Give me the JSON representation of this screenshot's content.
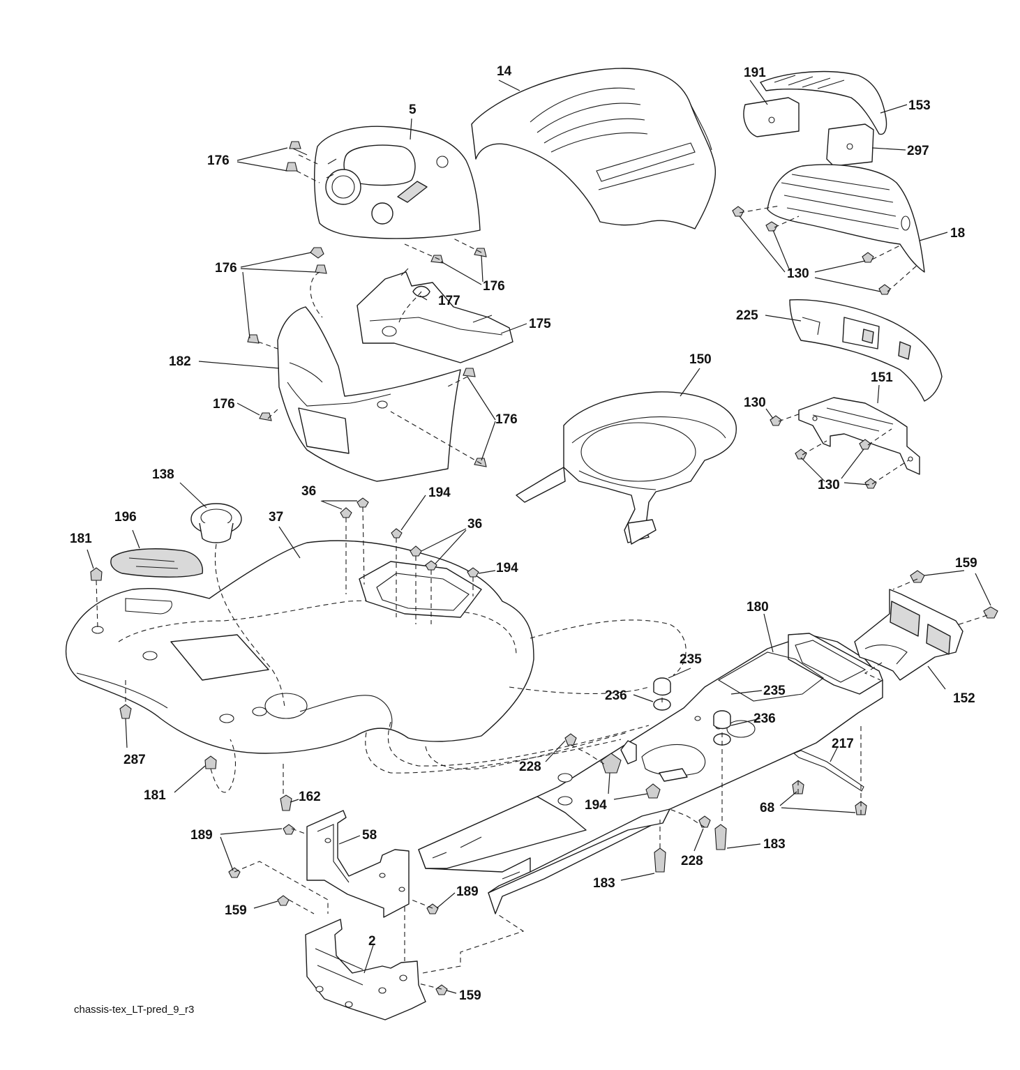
{
  "figure_caption": "chassis-tex_LT-pred_9_r3",
  "callouts": [
    "14",
    "5",
    "191",
    "153",
    "297",
    "18",
    "130",
    "176",
    "176",
    "176",
    "176",
    "176",
    "176",
    "177",
    "175",
    "182",
    "225",
    "151",
    "150",
    "130",
    "130",
    "138",
    "196",
    "181",
    "36",
    "36",
    "194",
    "194",
    "37",
    "159",
    "180",
    "235",
    "235",
    "236",
    "236",
    "152",
    "228",
    "194",
    "217",
    "68",
    "287",
    "181",
    "162",
    "58",
    "189",
    "189",
    "159",
    "183",
    "183",
    "228",
    "2",
    "159"
  ]
}
